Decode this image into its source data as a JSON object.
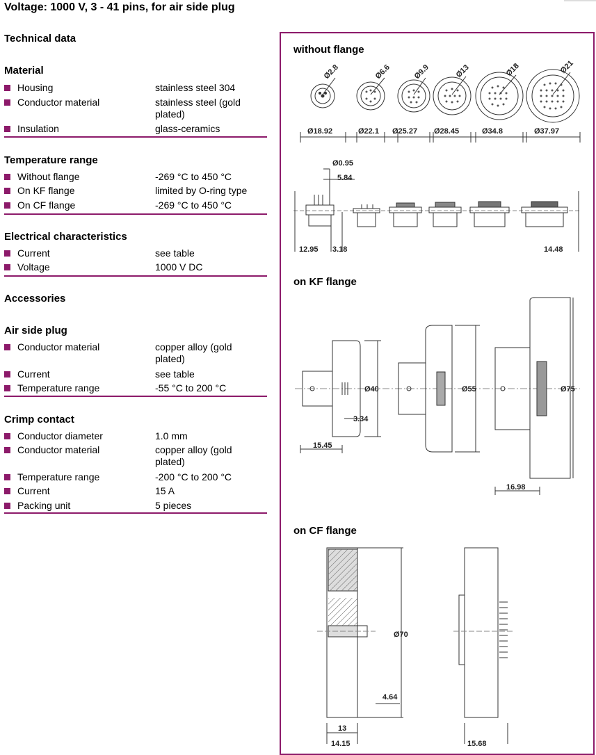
{
  "header": {
    "title": "Voltage: 1000 V, 3 - 41 pins, for air side plug"
  },
  "left": {
    "technical_data": "Technical data",
    "material": {
      "heading": "Material",
      "rows": [
        {
          "label": "Housing",
          "value": "stainless steel 304"
        },
        {
          "label": "Conductor material",
          "value": "stainless steel (gold plated)"
        },
        {
          "label": "Insulation",
          "value": "glass-ceramics"
        }
      ]
    },
    "temperature": {
      "heading": "Temperature range",
      "rows": [
        {
          "label": "Without flange",
          "value": "-269 °C to 450 °C"
        },
        {
          "label": "On KF flange",
          "value": "limited by O-ring type"
        },
        {
          "label": "On CF flange",
          "value": "-269 °C to 450 °C"
        }
      ]
    },
    "electrical": {
      "heading": "Electrical characteristics",
      "rows": [
        {
          "label": "Current",
          "value": "see table"
        },
        {
          "label": "Voltage",
          "value": "1000 V DC"
        }
      ]
    },
    "accessories": "Accessories",
    "air_side_plug": {
      "heading": "Air side plug",
      "rows": [
        {
          "label": "Conductor material",
          "value": "copper alloy (gold plated)"
        },
        {
          "label": "Current",
          "value": "see table"
        },
        {
          "label": "Temperature range",
          "value": "-55 °C to 200 °C"
        }
      ]
    },
    "crimp_contact": {
      "heading": "Crimp contact",
      "rows": [
        {
          "label": "Conductor diameter",
          "value": "1.0 mm"
        },
        {
          "label": "Conductor material",
          "value": "copper alloy (gold plated)"
        },
        {
          "label": "Temperature range",
          "value": "-200 °C to 200 °C"
        },
        {
          "label": "Current",
          "value": "15 A"
        },
        {
          "label": "Packing unit",
          "value": "5 pieces"
        }
      ]
    }
  },
  "drawings": {
    "without_flange": {
      "title": "without flange",
      "pin_dims": [
        "Ø2.8",
        "Ø6.6",
        "Ø9.9",
        "Ø13",
        "Ø18",
        "Ø21"
      ],
      "outer_dims": [
        "Ø18.92",
        "Ø22.1",
        "Ø25.27",
        "Ø28.45",
        "Ø34.8",
        "Ø37.97"
      ],
      "side_dims": [
        "Ø0.95",
        "5.84",
        "12.95",
        "3.18",
        "14.48"
      ]
    },
    "kf_flange": {
      "title": "on KF flange",
      "dims": [
        "Ø40",
        "Ø55",
        "Ø75",
        "3.34",
        "15.45",
        "16.98"
      ]
    },
    "cf_flange": {
      "title": "on CF flange",
      "dims": [
        "Ø70",
        "4.64",
        "13",
        "14.15",
        "15.68"
      ]
    }
  },
  "colors": {
    "accent": "#8c1a6a",
    "bullet": "#8c1a6a"
  }
}
